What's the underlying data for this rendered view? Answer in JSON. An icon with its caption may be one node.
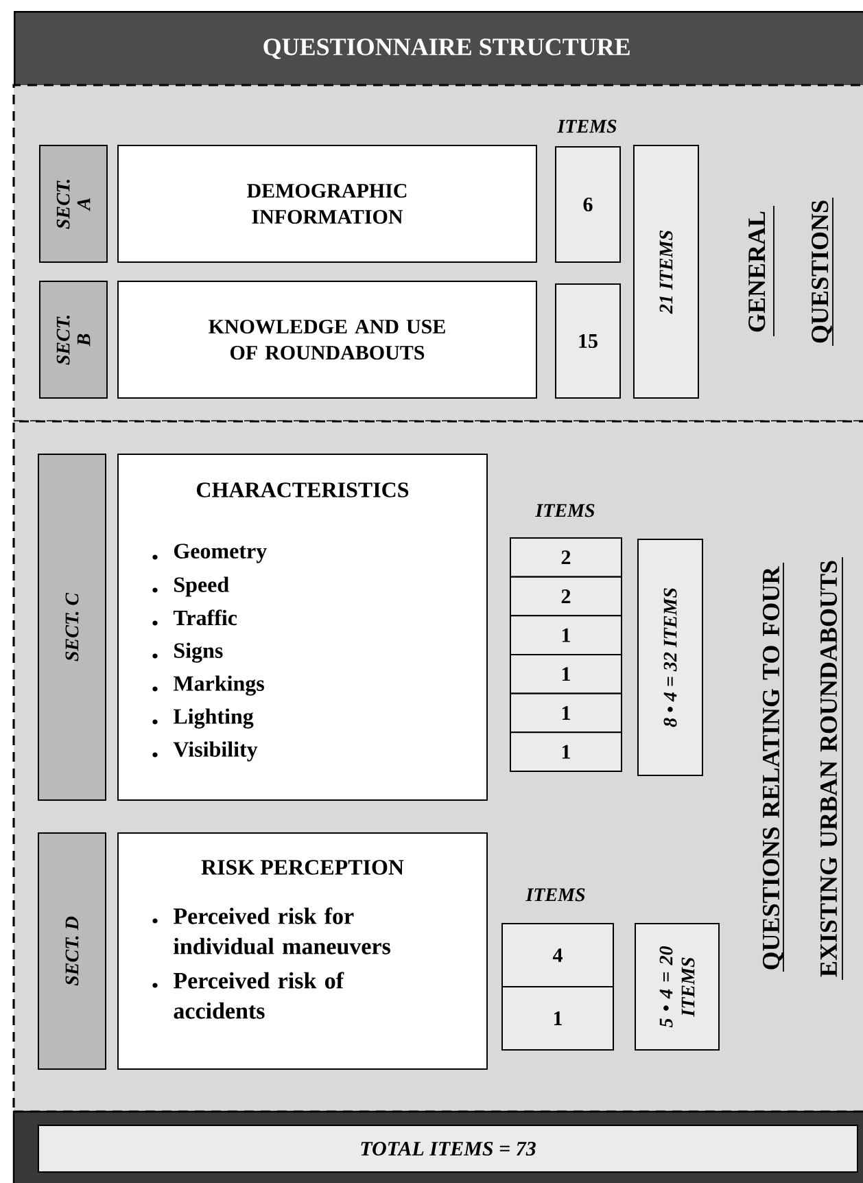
{
  "diagram": {
    "title": "QUESTIONNAIRE STRUCTURE",
    "nodes": [
      {
        "text": [
          "GENERAL QUESTIONS"
        ]
      },
      {
        "text": [
          "SECT. A"
        ],
        "in": 0
      },
      {
        "text": [
          "DEMOGRAPHIC INFORMATION"
        ],
        "in": 0
      },
      {
        "text": [
          "6"
        ],
        "in": 0
      },
      {
        "text": [
          "21 ITEMS"
        ],
        "in": 0
      },
      {
        "text": [
          "SECT. B"
        ],
        "in": 0
      },
      {
        "text": [
          "KNOWLEDGE AND USE OF ROUNDABOUTS"
        ],
        "in": 0
      },
      {
        "text": [
          "15"
        ],
        "in": 0
      },
      {
        "text": [
          "QUESTIONS RELATING TO FOUR EXISTING URBAN ROUNDABOUTS"
        ]
      },
      {
        "text": [
          "SECT. C"
        ],
        "in": 8
      },
      {
        "text": [
          "CHARACTERISTICS",
          "Geometry",
          "Speed",
          "Traffic",
          "Signs",
          "Markings",
          "Lighting",
          "Visibility"
        ],
        "in": 8
      },
      {
        "text": [
          "2"
        ],
        "in": 8
      },
      {
        "text": [
          "2"
        ],
        "in": 8
      },
      {
        "text": [
          "1"
        ],
        "in": 8
      },
      {
        "text": [
          "1"
        ],
        "in": 8
      },
      {
        "text": [
          "1"
        ],
        "in": 8
      },
      {
        "text": [
          "1"
        ],
        "in": 8
      },
      {
        "text": [
          "8 • 4 = 32 ITEMS"
        ],
        "in": 8
      },
      {
        "text": [
          "SECT. D"
        ],
        "in": 8
      },
      {
        "text": [
          "RISK PERCEPTION",
          "Perceived risk for individual maneuvers",
          "Perceived risk of accidents"
        ],
        "in": 8
      },
      {
        "text": [
          "4"
        ],
        "in": 8
      },
      {
        "text": [
          "1"
        ],
        "in": 8
      },
      {
        "text": [
          "5 • 4 = 20 ITEMS"
        ],
        "in": 8
      },
      {
        "text": [],
        "shape": "box"
      },
      {
        "text": [
          "TOTAL ITEMS = 73"
        ],
        "in": 23
      }
    ],
    "labels": [
      "ITEMS",
      "ITEMS",
      "ITEMS"
    ]
  }
}
